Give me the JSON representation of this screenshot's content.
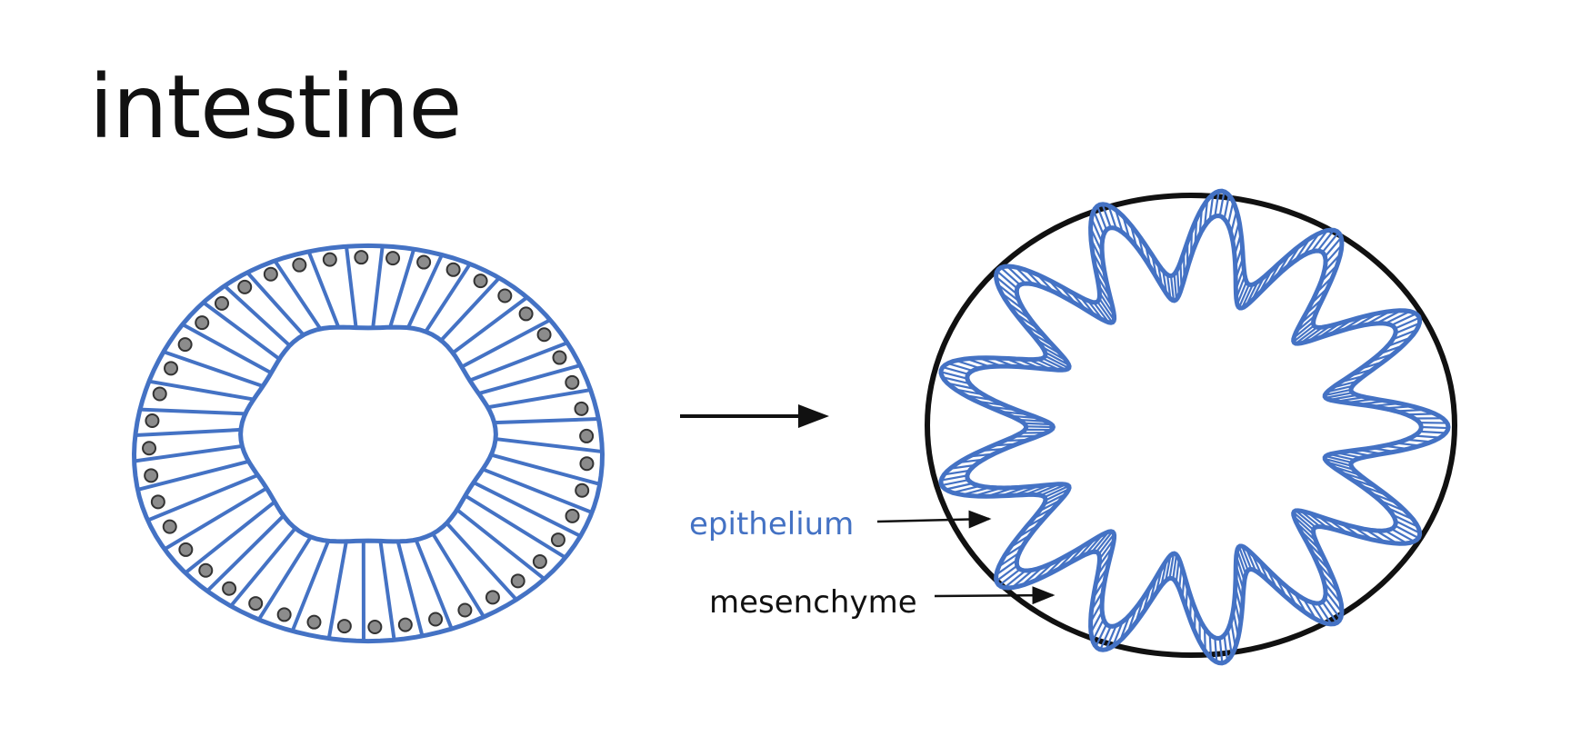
{
  "title": "intestine",
  "labels": {
    "epithelium": "epithelium",
    "mesenchyme": "mesenchyme"
  },
  "colors": {
    "epithelium": "#4472c4",
    "outline": "#111111",
    "nucleus_fill": "#8c8c8c",
    "text": "#111111"
  }
}
